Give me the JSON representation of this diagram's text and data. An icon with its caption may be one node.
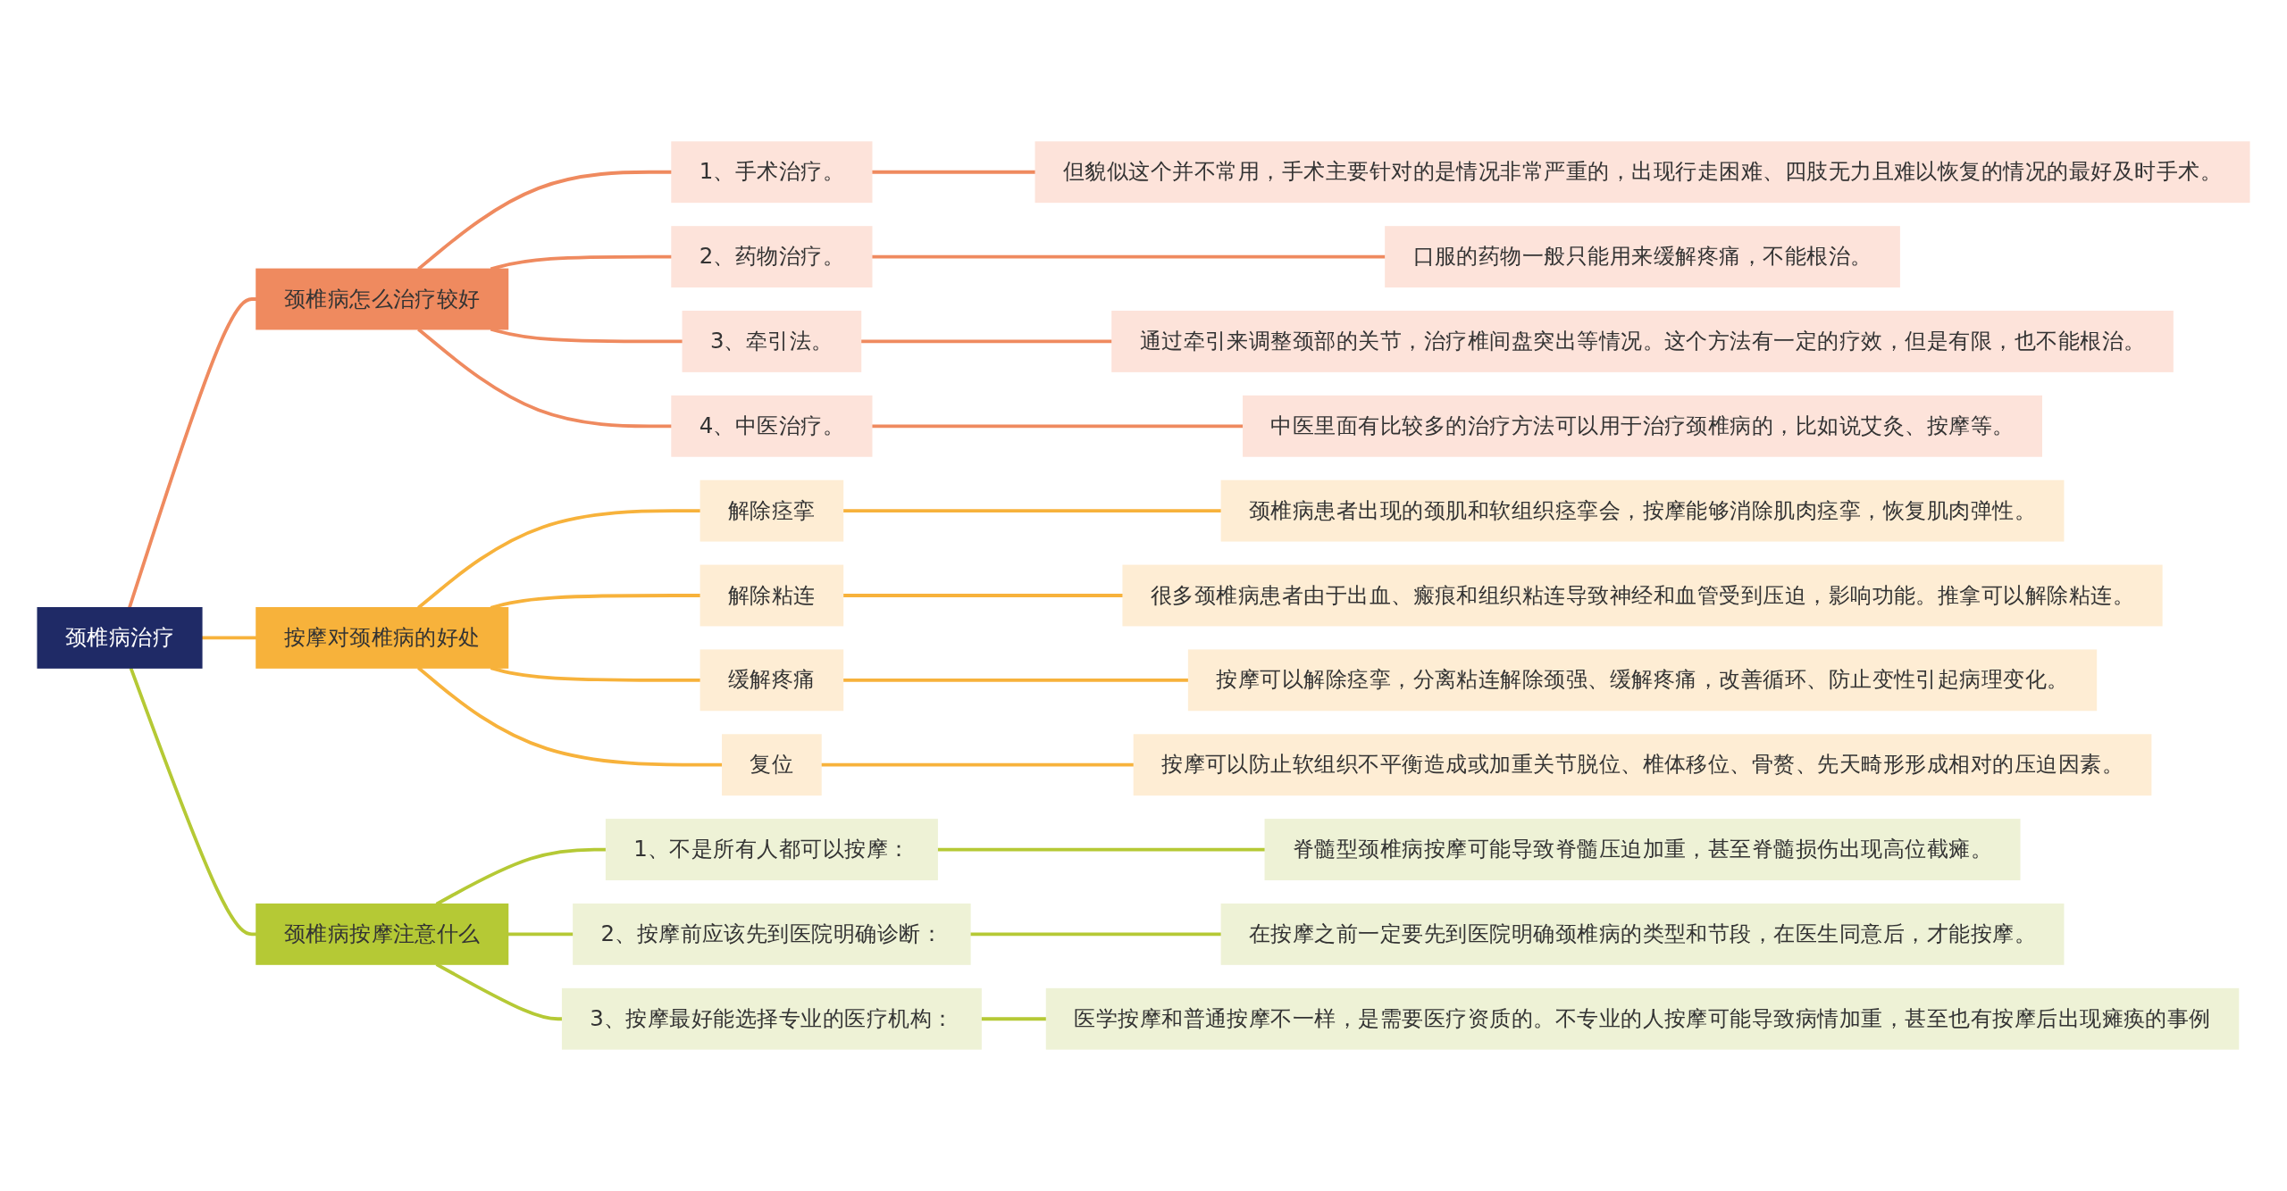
{
  "diagram": {
    "nodes": [
      {
        "text": [
          "颈椎病治疗"
        ]
      },
      {
        "text": [
          "颈椎病怎么治疗较好"
        ]
      },
      {
        "text": [
          "1、手术治疗。"
        ]
      },
      {
        "text": [
          "但貌似这个并不常用，手术主要针对的是情况非常严重的，出现行走困难、四肢无力且难以恢复的情况的最好及时手术。"
        ]
      },
      {
        "text": [
          "2、药物治疗。"
        ]
      },
      {
        "text": [
          "口服的药物一般只能用来缓解疼痛，不能根治。"
        ]
      },
      {
        "text": [
          "3、牵引法。"
        ]
      },
      {
        "text": [
          "通过牵引来调整颈部的关节，治疗椎间盘突出等情况。这个方法有一定的疗效，但是有限，也不能根治。"
        ]
      },
      {
        "text": [
          "4、中医治疗。"
        ]
      },
      {
        "text": [
          "中医里面有比较多的治疗方法可以用于治疗颈椎病的，比如说艾灸、按摩等。"
        ]
      },
      {
        "text": [
          "按摩对颈椎病的好处"
        ]
      },
      {
        "text": [
          "解除痉挛"
        ]
      },
      {
        "text": [
          "颈椎病患者出现的颈肌和软组织痉挛会，按摩能够消除肌肉痉挛，恢复肌肉弹性。"
        ]
      },
      {
        "text": [
          "解除粘连"
        ]
      },
      {
        "text": [
          "很多颈椎病患者由于出血、瘢痕和组织粘连导致神经和血管受到压迫，影响功能。推拿可以解除粘连。"
        ]
      },
      {
        "text": [
          "缓解疼痛"
        ]
      },
      {
        "text": [
          "按摩可以解除痉挛，分离粘连解除颈强、缓解疼痛，改善循环、防止变性引起病理变化。"
        ]
      },
      {
        "text": [
          "复位"
        ]
      },
      {
        "text": [
          "按摩可以防止软组织不平衡造成或加重关节脱位、椎体移位、骨赘、先天畸形形成相对的压迫因素。"
        ]
      },
      {
        "text": [
          "颈椎病按摩注意什么"
        ]
      },
      {
        "text": [
          "1、不是所有人都可以按摩："
        ]
      },
      {
        "text": [
          "脊髓型颈椎病按摩可能导致脊髓压迫加重，甚至脊髓损伤出现高位截瘫。"
        ]
      },
      {
        "text": [
          "2、按摩前应该先到医院明确诊断："
        ]
      },
      {
        "text": [
          "在按摩之前一定要先到医院明确颈椎病的类型和节段，在医生同意后，才能按摩。"
        ]
      },
      {
        "text": [
          "3、按摩最好能选择专业的医疗机构："
        ]
      },
      {
        "text": [
          "医学按摩和普通按摩不一样，是需要医疗资质的。不专业的人按摩可能导致病情加重，甚至也有按摩后出现瘫痪的事例"
        ]
      }
    ],
    "edges": [
      {
        "from": 0,
        "to": 1,
        "arrow": "none",
        "color": "#ef8a5f"
      },
      {
        "from": 1,
        "to": 2,
        "arrow": "none",
        "color": "#ef8a5f"
      },
      {
        "from": 2,
        "to": 3,
        "arrow": "none",
        "color": "#ef8a5f"
      },
      {
        "from": 1,
        "to": 4,
        "arrow": "none",
        "color": "#ef8a5f"
      },
      {
        "from": 4,
        "to": 5,
        "arrow": "none",
        "color": "#ef8a5f"
      },
      {
        "from": 1,
        "to": 6,
        "arrow": "none",
        "color": "#ef8a5f"
      },
      {
        "from": 6,
        "to": 7,
        "arrow": "none",
        "color": "#ef8a5f"
      },
      {
        "from": 1,
        "to": 8,
        "arrow": "none",
        "color": "#ef8a5f"
      },
      {
        "from": 8,
        "to": 9,
        "arrow": "none",
        "color": "#ef8a5f"
      },
      {
        "from": 0,
        "to": 10,
        "arrow": "none",
        "color": "#f7b23b"
      },
      {
        "from": 10,
        "to": 11,
        "arrow": "none",
        "color": "#f7b23b"
      },
      {
        "from": 11,
        "to": 12,
        "arrow": "none",
        "color": "#f7b23b"
      },
      {
        "from": 10,
        "to": 13,
        "arrow": "none",
        "color": "#f7b23b"
      },
      {
        "from": 13,
        "to": 14,
        "arrow": "none",
        "color": "#f7b23b"
      },
      {
        "from": 10,
        "to": 15,
        "arrow": "none",
        "color": "#f7b23b"
      },
      {
        "from": 15,
        "to": 16,
        "arrow": "none",
        "color": "#f7b23b"
      },
      {
        "from": 10,
        "to": 17,
        "arrow": "none",
        "color": "#f7b23b"
      },
      {
        "from": 17,
        "to": 18,
        "arrow": "none",
        "color": "#f7b23b"
      },
      {
        "from": 0,
        "to": 19,
        "arrow": "none",
        "color": "#b5c935"
      },
      {
        "from": 19,
        "to": 20,
        "arrow": "none",
        "color": "#b5c935"
      },
      {
        "from": 20,
        "to": 21,
        "arrow": "none",
        "color": "#b5c935"
      },
      {
        "from": 19,
        "to": 22,
        "arrow": "none",
        "color": "#b5c935"
      },
      {
        "from": 22,
        "to": 23,
        "arrow": "none",
        "color": "#b5c935"
      },
      {
        "from": 19,
        "to": 24,
        "arrow": "none",
        "color": "#b5c935"
      },
      {
        "from": 24,
        "to": 25,
        "arrow": "none",
        "color": "#b5c935"
      }
    ]
  }
}
